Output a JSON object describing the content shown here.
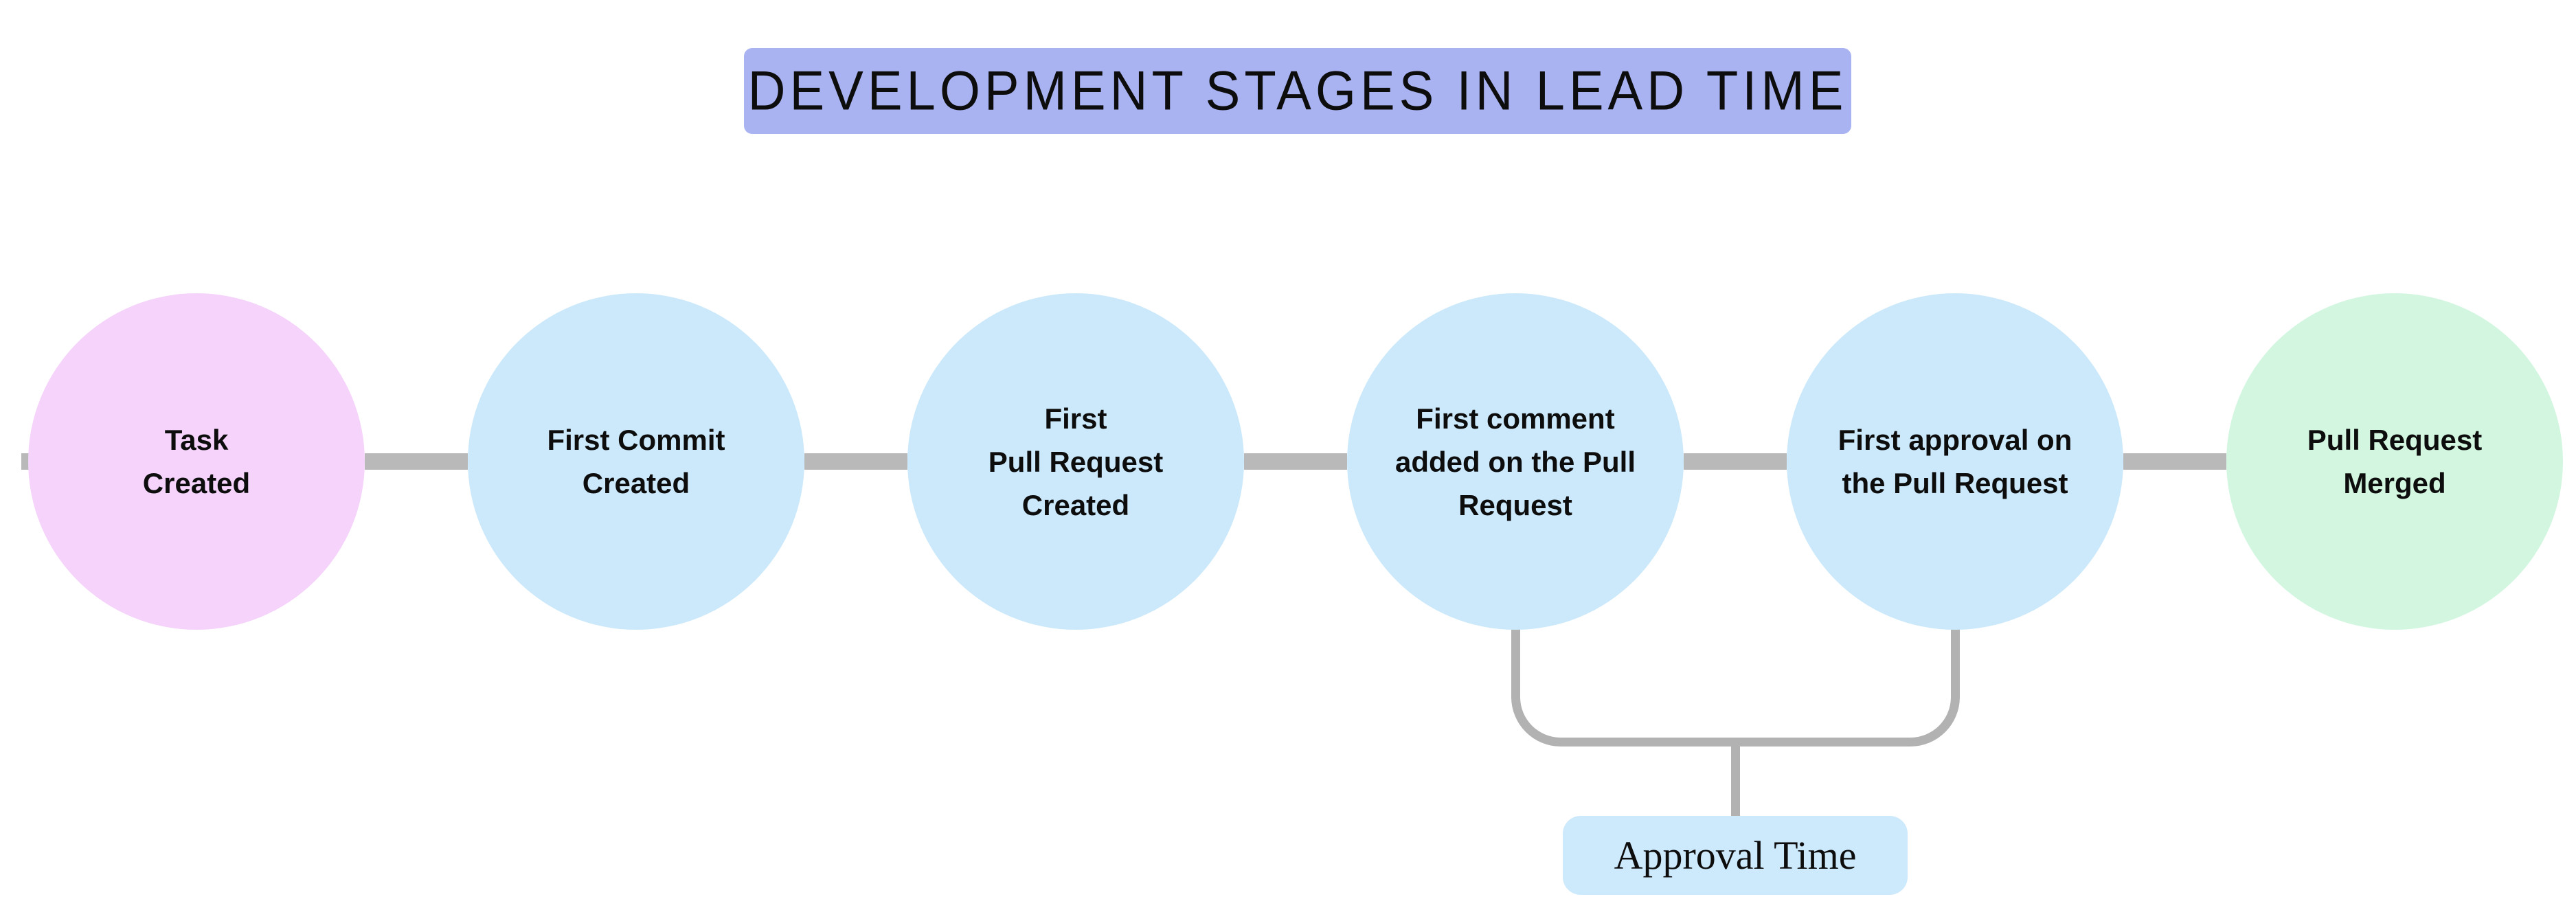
{
  "title": {
    "text": "DEVELOPMENT STAGES IN LEAD TIME",
    "bg": "#a9b3f2"
  },
  "stages": [
    {
      "label": "Task\nCreated",
      "color": "#f5d3fb",
      "role": "start"
    },
    {
      "label": "First Commit\nCreated",
      "color": "#cbe9fb",
      "role": "middle"
    },
    {
      "label": "First\nPull Request\nCreated",
      "color": "#cbe9fb",
      "role": "middle"
    },
    {
      "label": "First comment\nadded on the Pull\nRequest",
      "color": "#cbe9fb",
      "role": "middle"
    },
    {
      "label": "First approval on\nthe Pull Request",
      "color": "#cbe9fb",
      "role": "middle"
    },
    {
      "label": "Pull Request\nMerged",
      "color": "#d2f6e0",
      "role": "end"
    }
  ],
  "annotation": {
    "label": "Approval Time",
    "bg": "#cde9fc",
    "spans_from": "First comment added on the Pull Request",
    "spans_to": "First approval on the Pull Request"
  },
  "colors": {
    "connector": "#b9b9b9",
    "bracket": "#b2b2b2",
    "text": "#0d0d0d"
  }
}
